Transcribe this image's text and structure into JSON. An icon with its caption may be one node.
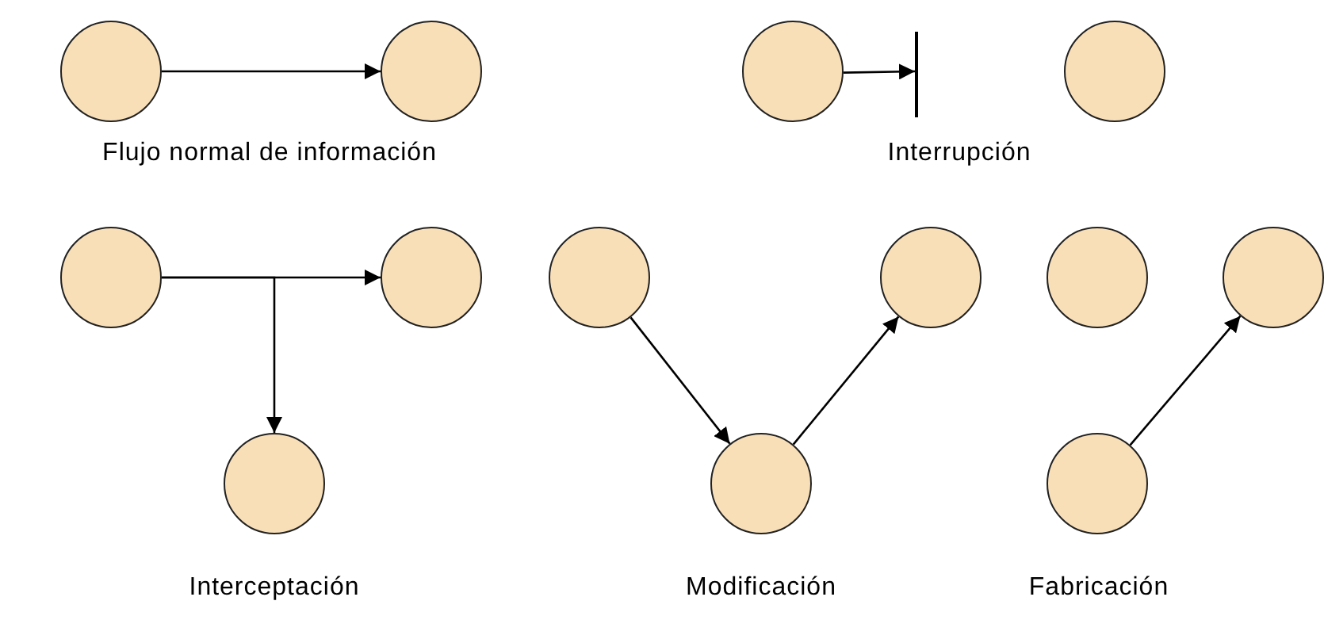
{
  "diagram": {
    "nodes": [
      {
        "text": [],
        "shape": "circle"
      },
      {
        "text": [],
        "shape": "circle"
      },
      {
        "text": [],
        "shape": "circle"
      },
      {
        "text": [],
        "shape": "bar"
      },
      {
        "text": [],
        "shape": "circle"
      },
      {
        "text": [],
        "shape": "circle"
      },
      {
        "text": [],
        "shape": "circle"
      },
      {
        "text": [],
        "shape": "circle"
      },
      {
        "text": [],
        "shape": "circle"
      },
      {
        "text": [],
        "shape": "circle"
      },
      {
        "text": [],
        "shape": "circle"
      },
      {
        "text": [],
        "shape": "circle"
      },
      {
        "text": [],
        "shape": "circle"
      },
      {
        "text": [],
        "shape": "circle"
      }
    ],
    "edges": [
      {
        "from": 0,
        "to": 1,
        "arrow": "to"
      },
      {
        "from": 2,
        "to": 3,
        "arrow": "to"
      },
      {
        "from": 5,
        "to": 6,
        "arrow": "to"
      },
      {
        "from": 5,
        "to": 7,
        "arrow": "to"
      },
      {
        "from": 8,
        "to": 9,
        "arrow": "to"
      },
      {
        "from": 9,
        "to": 10,
        "arrow": "to"
      },
      {
        "from": 13,
        "to": 12,
        "arrow": "to"
      }
    ],
    "labels": [
      "Flujo normal de información",
      "Interrupción",
      "Interceptación",
      "Modificación",
      "Fabricación"
    ]
  }
}
